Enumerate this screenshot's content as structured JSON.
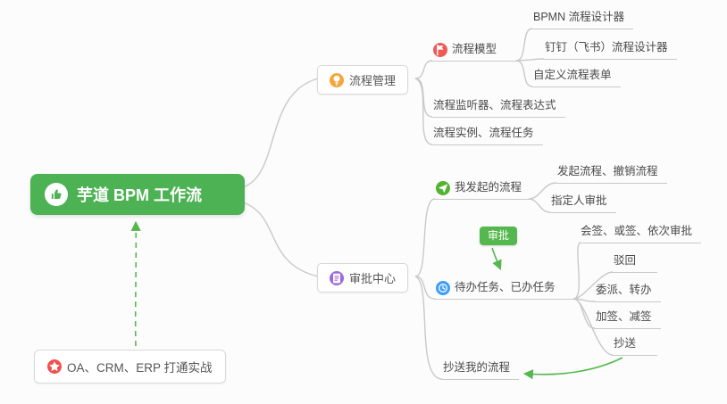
{
  "root": {
    "label": "芋道 BPM 工作流"
  },
  "nodes": {
    "process_management": "流程管理",
    "process_model": "流程模型",
    "bpmn_designer": "BPMN 流程设计器",
    "dingtalk_designer": "钉钉（飞书）流程设计器",
    "custom_form": "自定义流程表单",
    "listener_expression": "流程监听器、流程表达式",
    "instance_task": "流程实例、流程任务",
    "approval_center": "审批中心",
    "my_initiated": "我发起的流程",
    "initiate_cancel": "发起流程、撤销流程",
    "assignee_approval": "指定人审批",
    "approval_relation_label": "审批",
    "todo_done": "待办任务、已办任务",
    "countersign": "会签、或签、依次审批",
    "reject": "驳回",
    "delegate_transfer": "委派、转办",
    "add_reduce_sign": "加签、减签",
    "cc": "抄送",
    "cc_my_process": "抄送我的流程",
    "integration": "OA、CRM、ERP 打通实战"
  },
  "icons": {
    "root": "thumbs-up-icon",
    "process_management": "lightbulb-icon",
    "process_model": "flag-icon",
    "approval_center": "clipboard-icon",
    "my_initiated": "send-icon",
    "todo_done": "clock-icon",
    "integration": "star-icon"
  },
  "colors": {
    "root_green": "#4cb253",
    "relation_green": "#55b84e",
    "connector_gray": "#c9c9c9",
    "icon_orange": "#f5a63b",
    "icon_red": "#ee5b56",
    "icon_purple": "#9c6ade",
    "icon_green": "#53b332",
    "icon_blue": "#3d9df5",
    "icon_star_red": "#f25050"
  }
}
